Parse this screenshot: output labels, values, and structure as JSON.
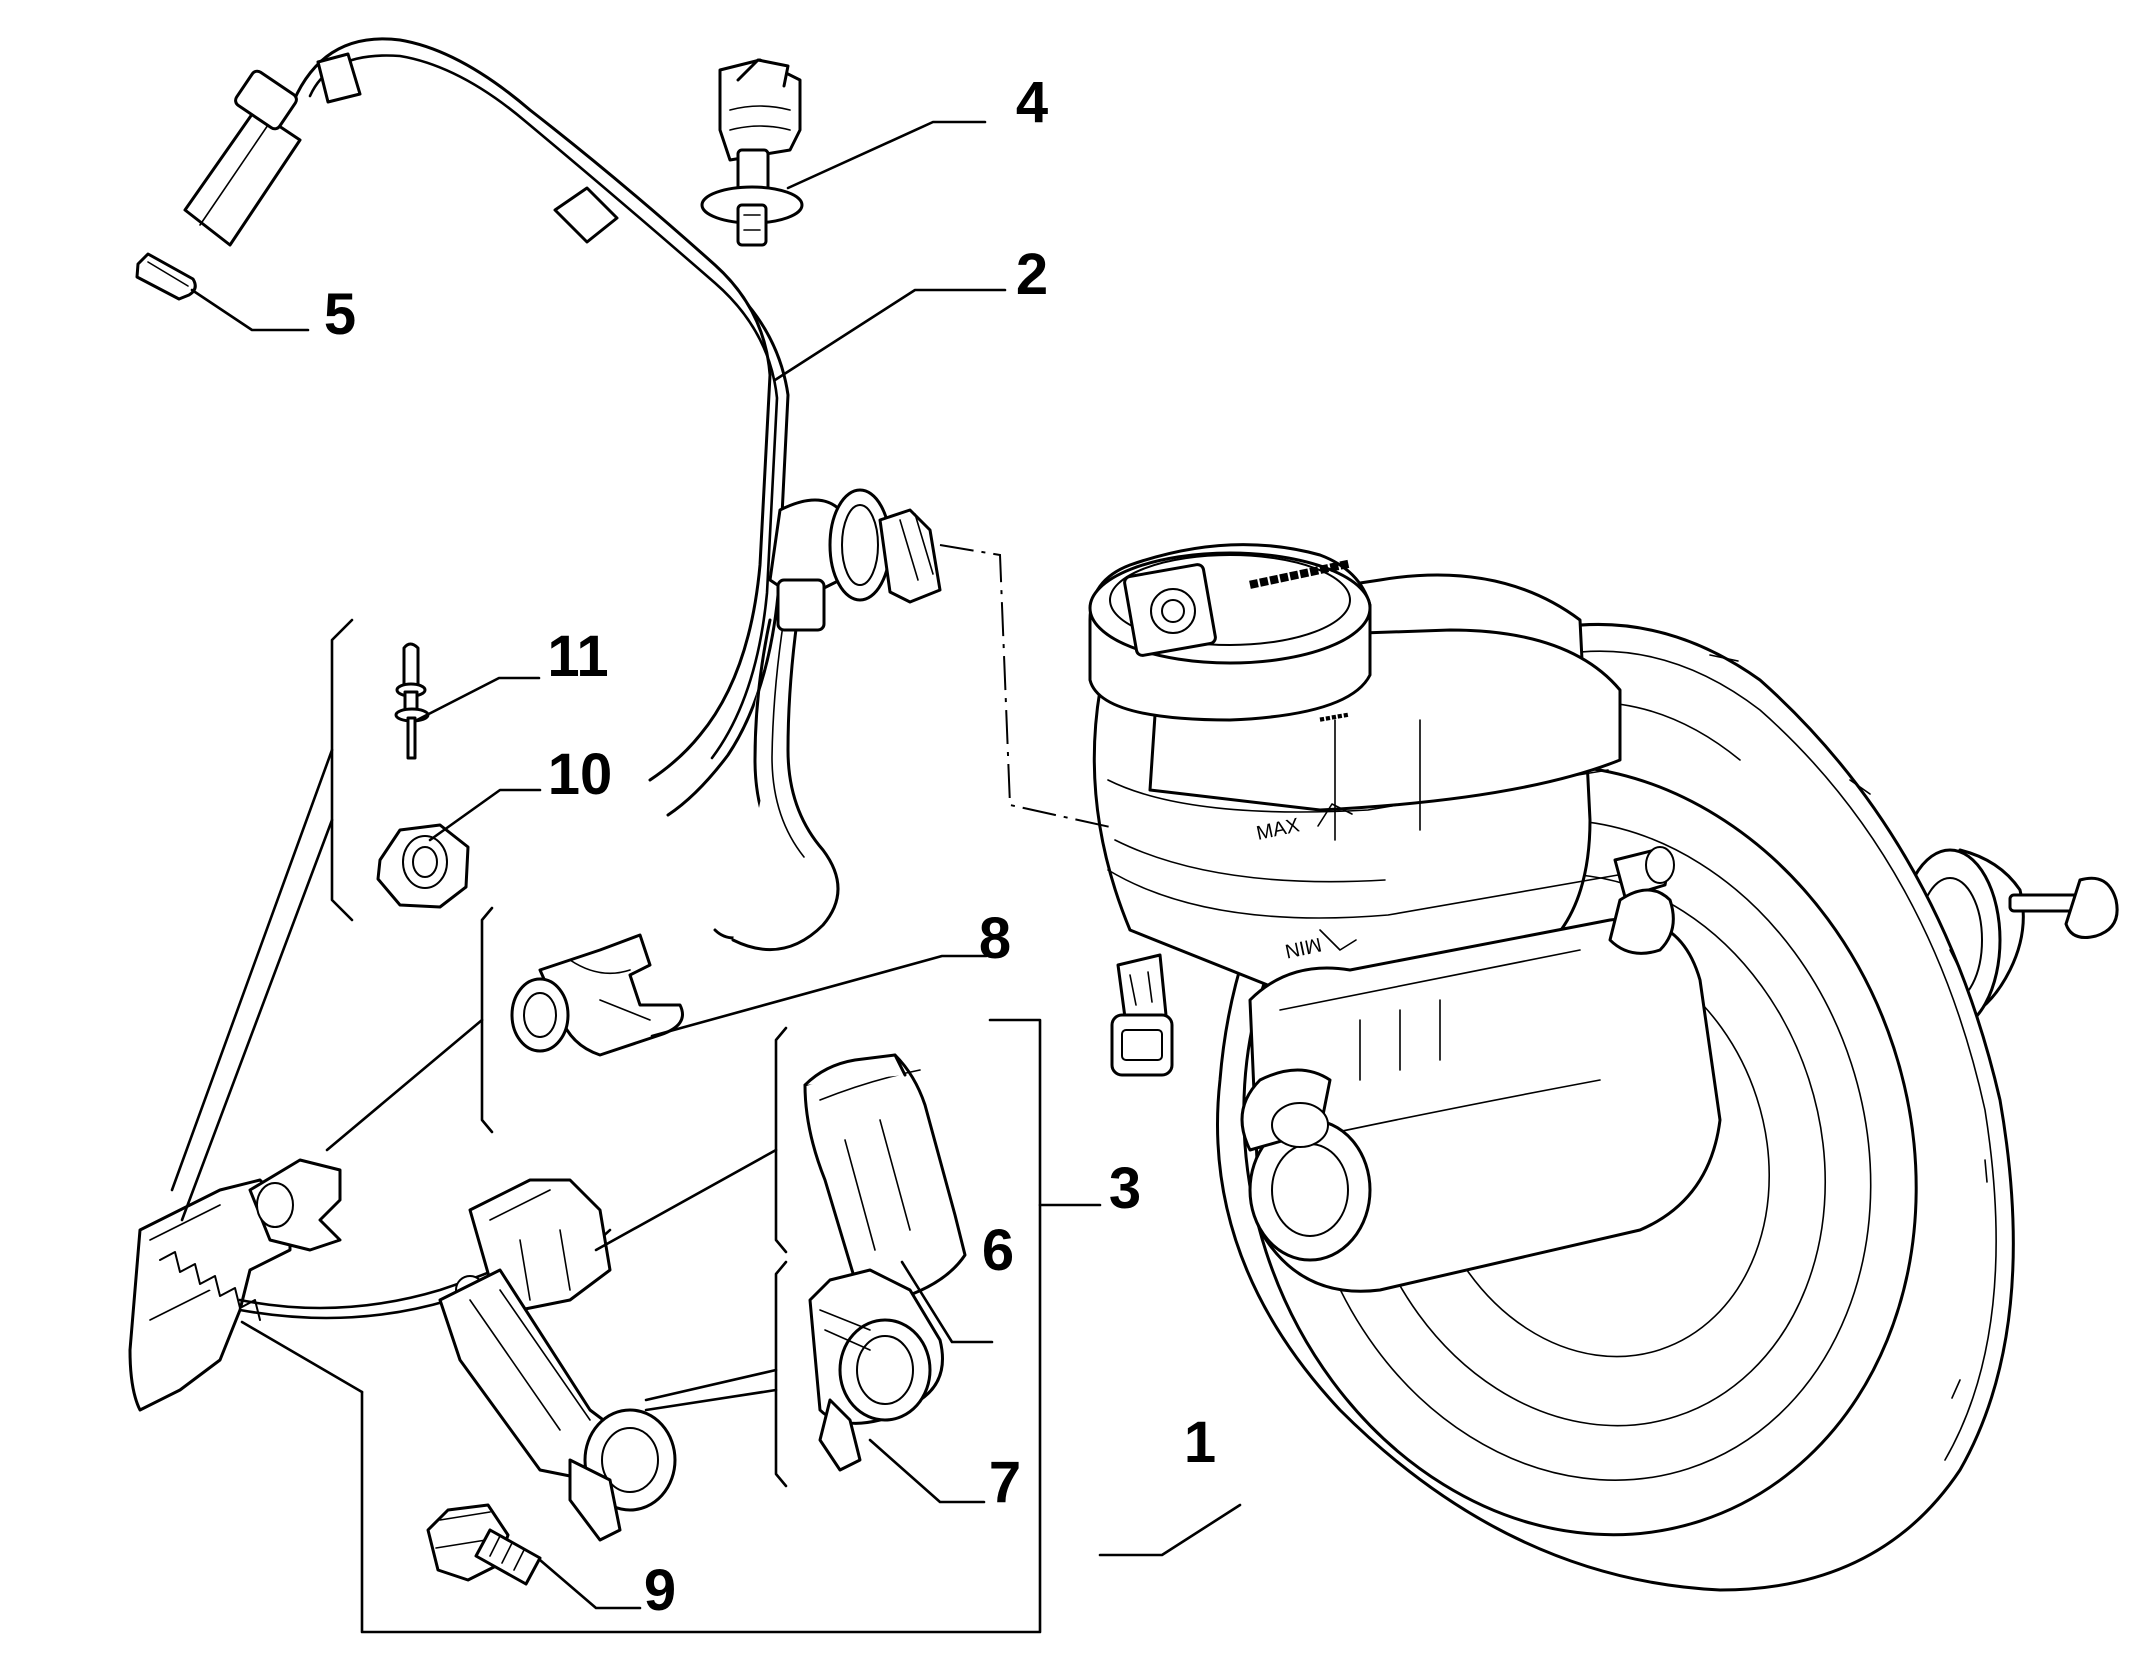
{
  "callouts": [
    {
      "id": "1",
      "label": "1"
    },
    {
      "id": "2",
      "label": "2"
    },
    {
      "id": "3",
      "label": "3"
    },
    {
      "id": "4",
      "label": "4"
    },
    {
      "id": "5",
      "label": "5"
    },
    {
      "id": "6",
      "label": "6"
    },
    {
      "id": "7",
      "label": "7"
    },
    {
      "id": "8",
      "label": "8"
    },
    {
      "id": "9",
      "label": "9"
    },
    {
      "id": "10",
      "label": "10"
    },
    {
      "id": "11",
      "label": "11"
    }
  ],
  "reservoir_markings": {
    "max": "MAX",
    "min": "MIN"
  }
}
